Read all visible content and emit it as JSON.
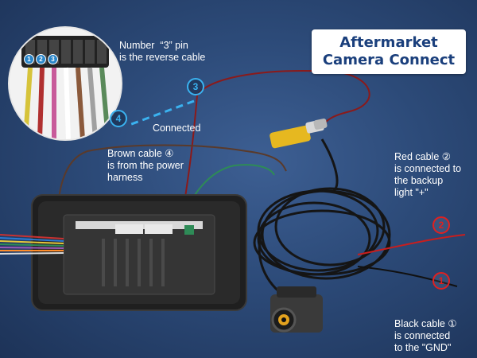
{
  "title": {
    "line1": "Aftermarket",
    "line2": "Camera Connect"
  },
  "callouts": {
    "pin_note": "Number  “3” pin\nis the reverse cable",
    "connected": "Connected",
    "brown_cable": "Brown cable ④\nis from the power\nharness",
    "red_cable": "Red cable ②\nis connected to\nthe backup\nlight \"+\"",
    "black_cable": "Black cable ①\nis connected\nto the \"GND\""
  },
  "markers": {
    "m1": "1",
    "m2": "2",
    "m3": "3",
    "m4": "4",
    "inset_pins": [
      "1",
      "2",
      "3"
    ]
  },
  "colors": {
    "background": "#2c4a78",
    "title_text": "#1a3f7c",
    "marker_blue": "#3ab2f0",
    "marker_red": "#e02020",
    "yellow_rca": "#e6b820"
  },
  "icons": {
    "head_unit": "car-stereo-head-unit",
    "camera": "backup-camera",
    "inset": "harness-connector-closeup"
  }
}
